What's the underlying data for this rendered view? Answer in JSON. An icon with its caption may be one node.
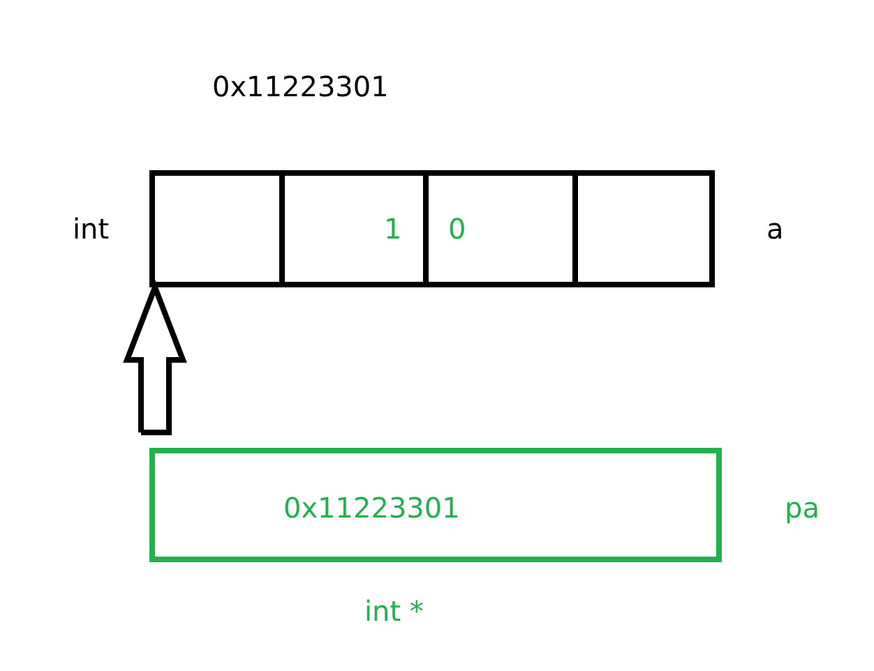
{
  "diagram": {
    "nodes": [
      {
        "text": [],
        "shape": "box",
        "beside": [
          "int",
          "a"
        ]
      },
      {
        "text": [],
        "shape": "box",
        "in": 0
      },
      {
        "text": [
          "1"
        ],
        "in": 0
      },
      {
        "text": [
          "0"
        ],
        "in": 0
      },
      {
        "text": [],
        "shape": "box",
        "in": 0
      },
      {
        "text": [
          "0x11223301"
        ],
        "beside": [
          "pa",
          "int *"
        ]
      }
    ],
    "edges": [
      {
        "from": 5,
        "to": 1,
        "arrow": "to",
        "style": "thick"
      }
    ],
    "labels": [
      "0x11223301"
    ]
  }
}
